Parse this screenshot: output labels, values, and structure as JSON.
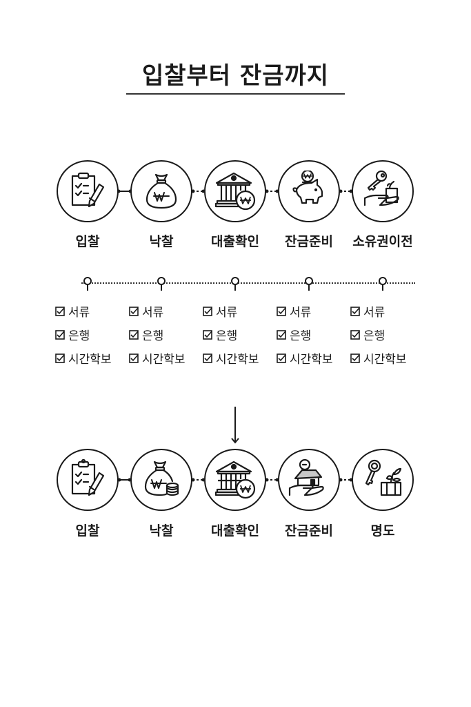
{
  "title": "입찰부터 잔금까지",
  "top_row": {
    "steps": [
      {
        "label": "입찰",
        "icon": "clipboard-pencil-icon"
      },
      {
        "label": "낙찰",
        "icon": "money-bag-won-icon"
      },
      {
        "label": "대출확인",
        "icon": "bank-won-icon"
      },
      {
        "label": "잔금준비",
        "icon": "piggy-bank-won-icon"
      },
      {
        "label": "소유권이전",
        "icon": "key-hand-plant-icon"
      }
    ]
  },
  "timeline": {
    "columns": [
      {
        "items": [
          "서류",
          "은행",
          "시간학보"
        ]
      },
      {
        "items": [
          "서류",
          "은행",
          "시간학보"
        ]
      },
      {
        "items": [
          "서류",
          "은행",
          "시간학보"
        ]
      },
      {
        "items": [
          "서류",
          "은행",
          "시간학보"
        ]
      },
      {
        "items": [
          "서류",
          "은행",
          "시간학보"
        ]
      }
    ]
  },
  "bottom_row": {
    "steps": [
      {
        "label": "입찰",
        "icon": "clipboard-pencil-icon"
      },
      {
        "label": "낙찰",
        "icon": "money-bag-coins-icon"
      },
      {
        "label": "대출확인",
        "icon": "bank-won-icon"
      },
      {
        "label": "잔금준비",
        "icon": "hand-house-icon"
      },
      {
        "label": "명도",
        "icon": "key-gift-plant-icon"
      }
    ]
  },
  "colors": {
    "ink": "#1a1a1a",
    "background": "#ffffff",
    "house_roof": "#c8c8c8"
  }
}
